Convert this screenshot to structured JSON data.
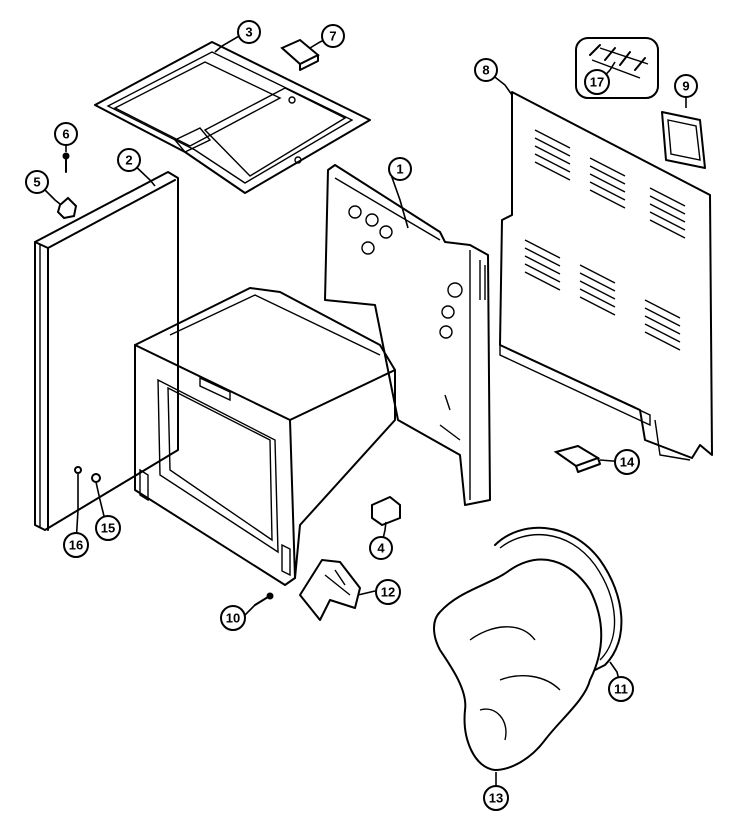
{
  "callouts": [
    {
      "id": "1",
      "label": "1"
    },
    {
      "id": "2",
      "label": "2"
    },
    {
      "id": "3",
      "label": "3"
    },
    {
      "id": "4",
      "label": "4"
    },
    {
      "id": "5",
      "label": "5"
    },
    {
      "id": "6",
      "label": "6"
    },
    {
      "id": "7",
      "label": "7"
    },
    {
      "id": "8",
      "label": "8"
    },
    {
      "id": "9",
      "label": "9"
    },
    {
      "id": "10",
      "label": "10"
    },
    {
      "id": "11",
      "label": "11"
    },
    {
      "id": "12",
      "label": "12"
    },
    {
      "id": "13",
      "label": "13"
    },
    {
      "id": "14",
      "label": "14"
    },
    {
      "id": "15",
      "label": "15"
    },
    {
      "id": "16",
      "label": "16"
    },
    {
      "id": "17",
      "label": "17"
    }
  ],
  "colors": {
    "line": "#000000",
    "background": "#ffffff"
  }
}
